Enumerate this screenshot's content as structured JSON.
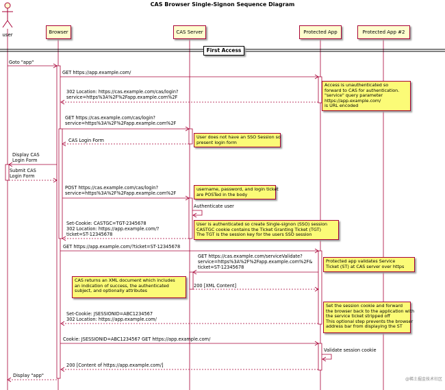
{
  "title": "CAS Browser Single-Signon Sequence Diagram",
  "actor": "user",
  "participants": [
    "Browser",
    "CAS Server",
    "Protected App",
    "Protected App #2"
  ],
  "divider": "First Access",
  "messages": [
    "Goto \"app\"",
    "GET https://app.example.com/",
    "302 Location: https://cas.example.com/cas/login?\nservice=https%3A%2F%2Fapp.example.com%2F",
    "GET https://cas.example.com/cas/login?\nservice=https%3A%2F%2Fapp.example.com%2F",
    "CAS Login Form",
    "Display CAS\nLogin Form",
    "Submit CAS\nLogin Form",
    "POST https://cas.example.com/cas/login?\nservice=https%3A%2F%2Fapp.example.com%2F",
    "Authenticate user",
    "Set-Cookie: CASTGC=TGT-2345678\n302 Location: https://app.example.com/?\nticket=ST-12345678",
    "GET https://app.example.com/?ticket=ST-12345678",
    "GET https://cas.example.com/serviceValidate?\nservice=https%3A%2F%2Fapp.example.com%2F&\nticket=ST-12345678",
    "200 [XML Content]",
    "Set-Cookie: JSESSIONID=ABC1234567\n302 Location: https://app.example.com/",
    "Cookie: JSESSIONID=ABC1234567 GET https://app.example.com/",
    "Validate session cookie",
    "200 [Content of https://app.example.com/]",
    "Display \"app\""
  ],
  "notes": [
    "Access is unauthenticated so\nforward to CAS for authentication.\n\"service\" query parameter\nhttps://app.example.com/\nis URL encoded",
    "User does not have an SSO Session so\npresent login form",
    "username, password, and login ticket\nare POSTed in the body",
    "User is authenticated so create Single-signon (SSO) session\nCASTGC cookie contains the Ticket Granting Ticket (TGT)\nThe TGT is the session key for the users SSO session",
    "Protected app validates Service\nTicket (ST) at CAS server over https",
    "CAS returns an XML document which includes\nan indication of success, the authenticated\nsubject, and optionally attributes",
    "Set the session cookie and forward\nthe browser back to the application with\nthe service ticket stripped off\nThis optional step prevents the browser\naddress bar from displaying the ST"
  ],
  "watermark": "@稀土掘金技术社区",
  "colors": {
    "line": "#a80036",
    "note": "#fbfb77",
    "participant": "#fefece"
  }
}
